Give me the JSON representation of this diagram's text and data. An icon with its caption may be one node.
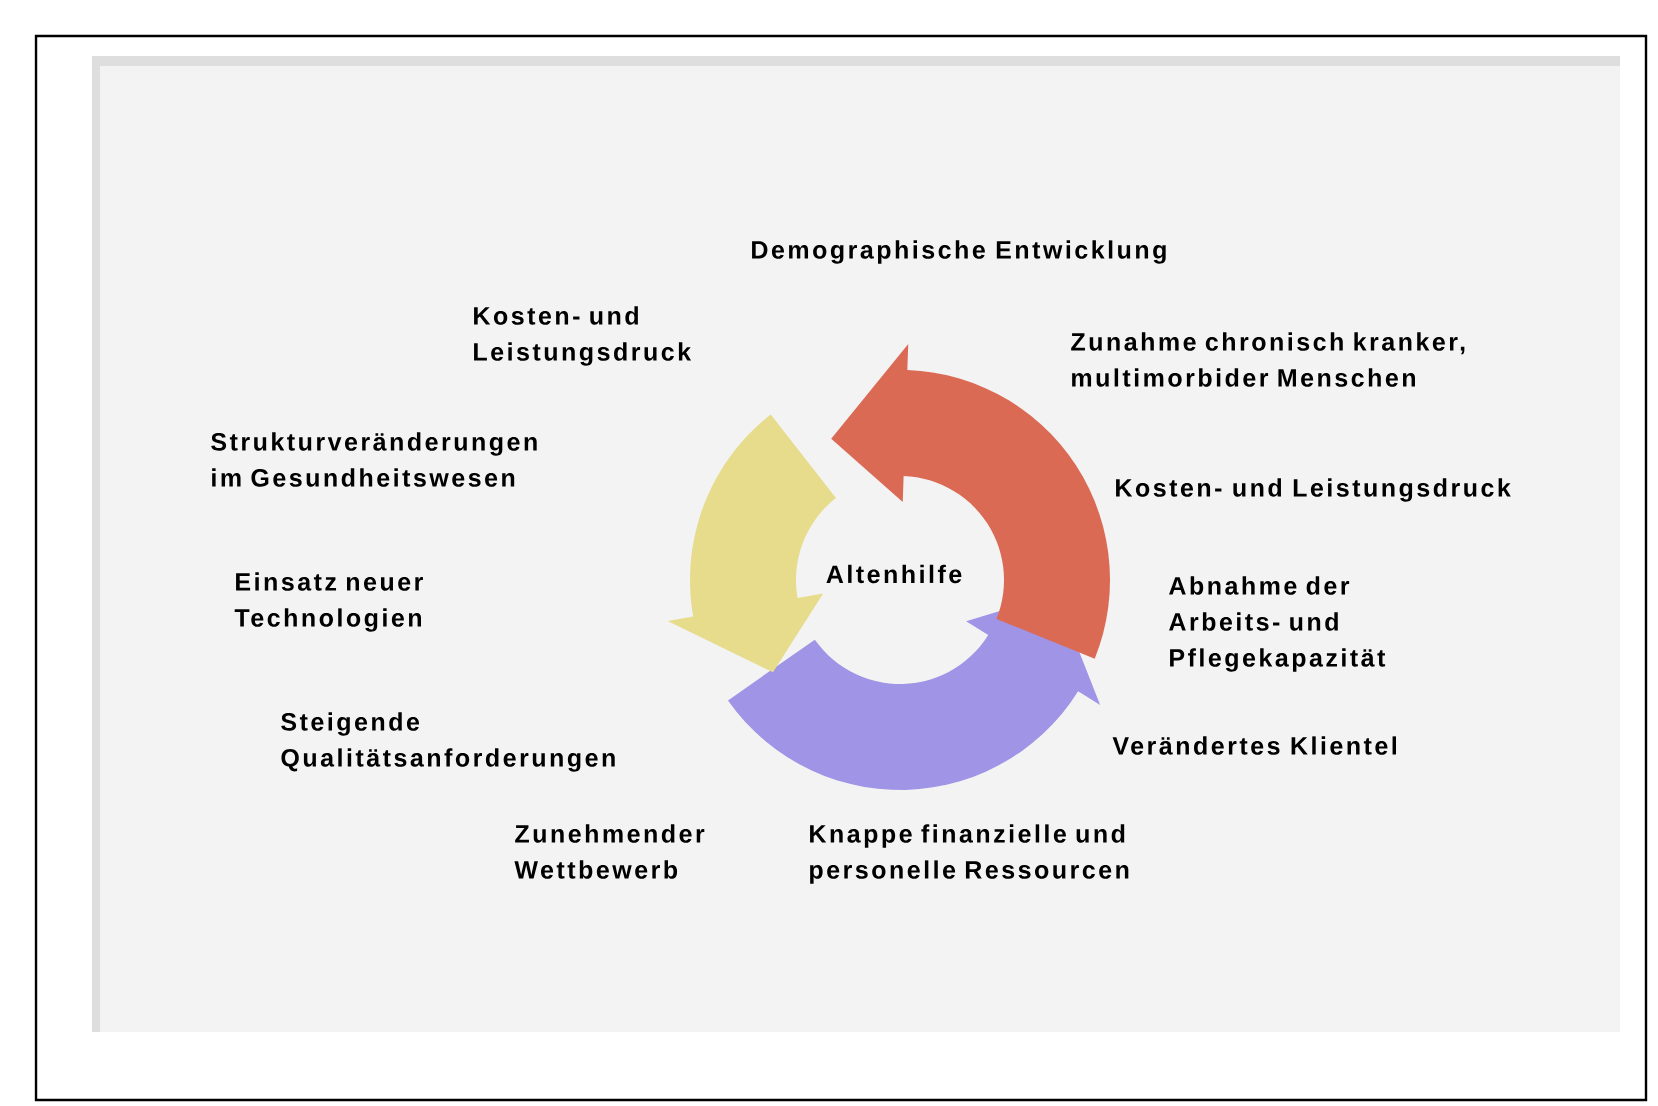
{
  "diagram": {
    "nodes": [
      {
        "text": [
          "Altenhilfe"
        ]
      }
    ],
    "labels": [
      "Demographische Entwicklung",
      "Kosten- und Leistungsdruck",
      "Zunahme chronisch kranker, multimorbider Menschen",
      "Strukturveränderungen im Gesundheitswesen",
      "Kosten- und Leistungsdruck",
      "Einsatz neuer Technologien",
      "Abnahme der Arbeits- und Pflegekapazität",
      "Steigende Qualitätsanforderungen",
      "Verändertes Klientel",
      "Zunehmender Wettbewerb",
      "Knappe finanzielle und personelle Ressourcen"
    ]
  }
}
